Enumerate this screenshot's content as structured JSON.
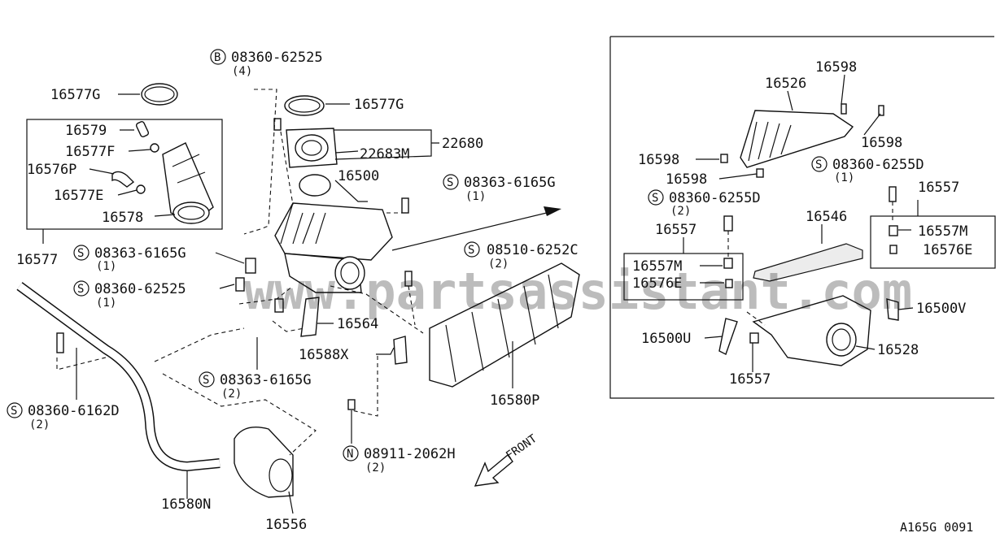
{
  "watermark": "www.partsassistant.com",
  "drawing_code": "A165G 0091",
  "front_label": "FRONT",
  "symbols": {
    "bolt_b": "B",
    "screw_s": "S",
    "nut_n": "N"
  },
  "labels": {
    "p16577G_left": "16577G",
    "p16579": "16579",
    "p16577F": "16577F",
    "p16576P": "16576P",
    "p16577E": "16577E",
    "p16578": "16578",
    "p16577": "16577",
    "bolt_08360_62525_top": "08360-62525",
    "bolt_08360_62525_top_qty": "(4)",
    "p16577G_right": "16577G",
    "p22680": "22680",
    "p22683M": "22683M",
    "p16500": "16500",
    "screw_08363_6165G_a": "08363-6165G",
    "screw_08363_6165G_a_qty": "(1)",
    "screw_08363_6165G_b": "08363-6165G",
    "screw_08363_6165G_b_qty": "(1)",
    "screw_08360_62525": "08360-62525",
    "screw_08360_62525_qty": "(1)",
    "screw_08510_6252C": "08510-6252C",
    "screw_08510_6252C_qty": "(2)",
    "p16564": "16564",
    "p16588X": "16588X",
    "screw_08363_6165G_c": "08363-6165G",
    "screw_08363_6165G_c_qty": "(2)",
    "screw_08360_6162D": "08360-6162D",
    "screw_08360_6162D_qty": "(2)",
    "nut_08911_2062H": "08911-2062H",
    "nut_08911_2062H_qty": "(2)",
    "p16580P": "16580P",
    "p16580N": "16580N",
    "p16556": "16556"
  },
  "inset": {
    "p16598_top": "16598",
    "p16526": "16526",
    "p16598_right": "16598",
    "p16598_left": "16598",
    "p16598_bottom": "16598",
    "screw_08360_6255D_a": "08360-6255D",
    "screw_08360_6255D_a_qty": "(1)",
    "screw_08360_6255D_b": "08360-6255D",
    "screw_08360_6255D_b_qty": "(2)",
    "p16557_right": "16557",
    "p16546": "16546",
    "p16557_left": "16557",
    "p16557M_right": "16557M",
    "p16576E_right": "16576E",
    "p16557M_left": "16557M",
    "p16576E_left": "16576E",
    "p16500V": "16500V",
    "p16500U": "16500U",
    "p16528": "16528",
    "p16557_bottom": "16557"
  }
}
